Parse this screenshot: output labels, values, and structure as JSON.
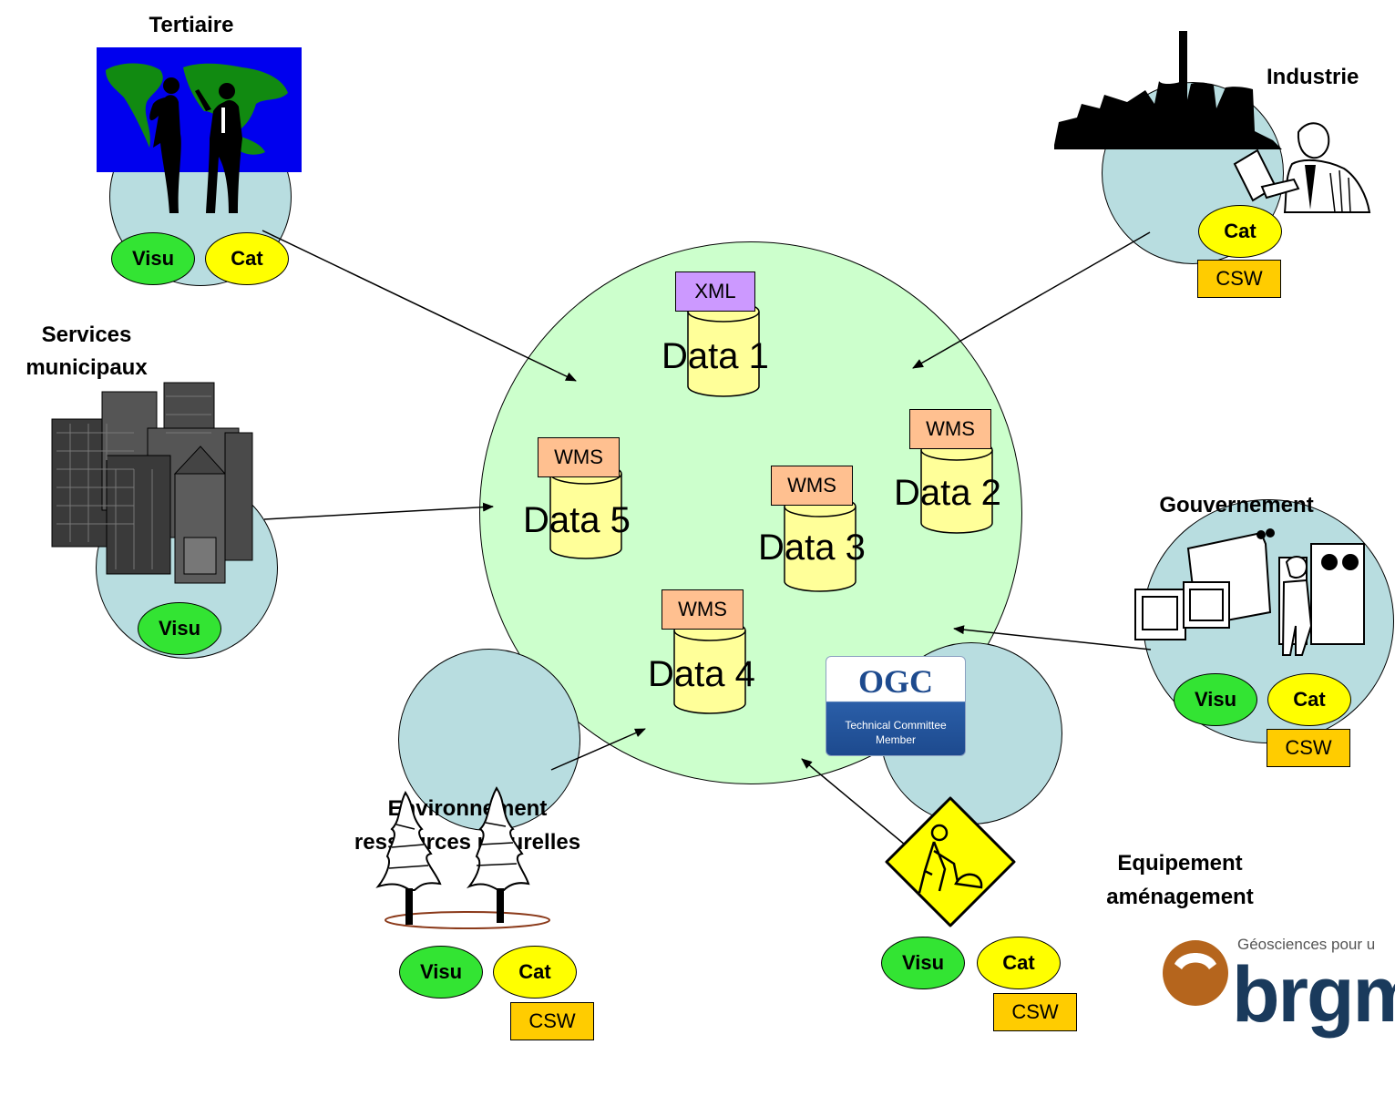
{
  "hub": {
    "datasets": [
      {
        "label": "Data 1",
        "service": "XML"
      },
      {
        "label": "Data 2",
        "service": "WMS"
      },
      {
        "label": "Data 3",
        "service": "WMS"
      },
      {
        "label": "Data 4",
        "service": "WMS"
      },
      {
        "label": "Data 5",
        "service": "WMS"
      }
    ],
    "ogc_logo": {
      "title": "OGC",
      "subtitle_line1": "Technical Committee",
      "subtitle_line2": "Member"
    }
  },
  "nodes": {
    "tertiaire": {
      "title": "Tertiaire",
      "visu": "Visu",
      "cat": "Cat"
    },
    "industrie": {
      "title": "Industrie",
      "cat": "Cat",
      "csw": "CSW"
    },
    "services": {
      "title_line1": "Services",
      "title_line2": "municipaux",
      "visu": "Visu"
    },
    "gouvernement": {
      "title": "Gouvernement",
      "visu": "Visu",
      "cat": "Cat",
      "csw": "CSW"
    },
    "environnement": {
      "title_line1": "Environnement",
      "title_line2": "ressources naturelles",
      "visu": "Visu",
      "cat": "Cat",
      "csw": "CSW"
    },
    "equipement": {
      "title_line1": "Equipement",
      "title_line2": "aménagement",
      "visu": "Visu",
      "cat": "Cat",
      "csw": "CSW"
    }
  },
  "brand": {
    "name": "brgm",
    "tagline": "Géosciences pour u"
  },
  "colors": {
    "hub": "#ccffcc",
    "node": "#b8dde0",
    "visu": "#33e433",
    "cat": "#ffff00",
    "csw": "#ffcc00",
    "wms": "#ffc090",
    "xml": "#cc99ff",
    "data": "#ffff99",
    "brand": "#b5651d"
  }
}
